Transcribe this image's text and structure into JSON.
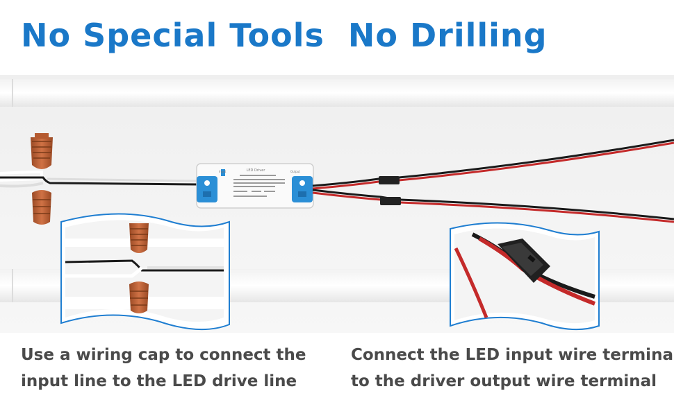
{
  "headline": "No Special Tools  No Drilling",
  "captions": {
    "left": [
      "Use a wiring cap to connect the",
      "input line to the LED drive line"
    ],
    "right": [
      "Connect the LED input wire terminal",
      "to the driver output wire terminal"
    ]
  },
  "driver": {
    "title": "LED Driver",
    "input_label": "Input",
    "output_label": "Output"
  },
  "colors": {
    "headline": "#1a78c8",
    "caption": "#4a4a4a",
    "terminal": "#2b8fd6",
    "wire_cap": "#c0643a",
    "wire_red": "#c42a2a",
    "wire_black": "#1a1a1a"
  },
  "icons": [
    "wire-cap-icon",
    "led-driver-icon",
    "connector-icon"
  ]
}
